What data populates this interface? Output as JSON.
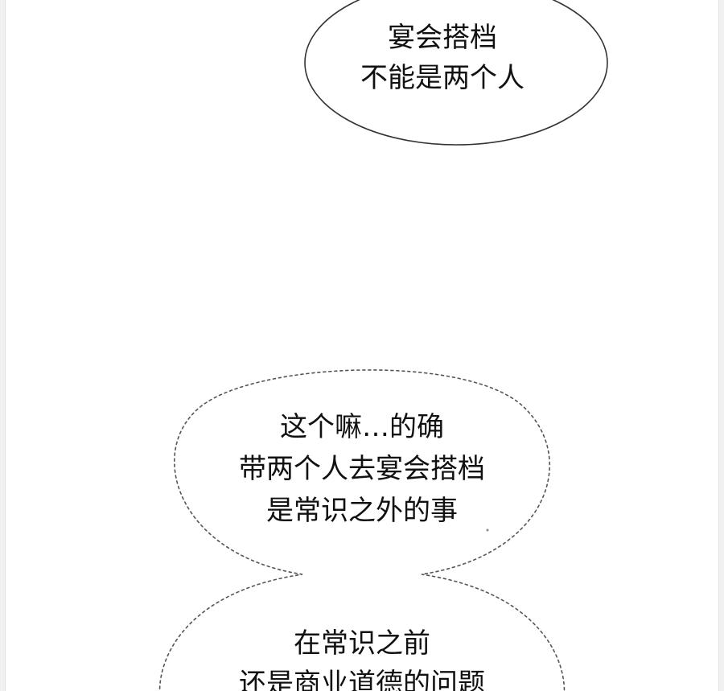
{
  "bubbles": [
    {
      "lines": [
        "宴会搭档",
        "不能是两个人"
      ]
    },
    {
      "lines": [
        "这个嘛…的确",
        "带两个人去宴会搭档",
        "是常识之外的事"
      ]
    },
    {
      "lines": [
        "在常识之前",
        "还是商业道德的问题"
      ]
    }
  ]
}
